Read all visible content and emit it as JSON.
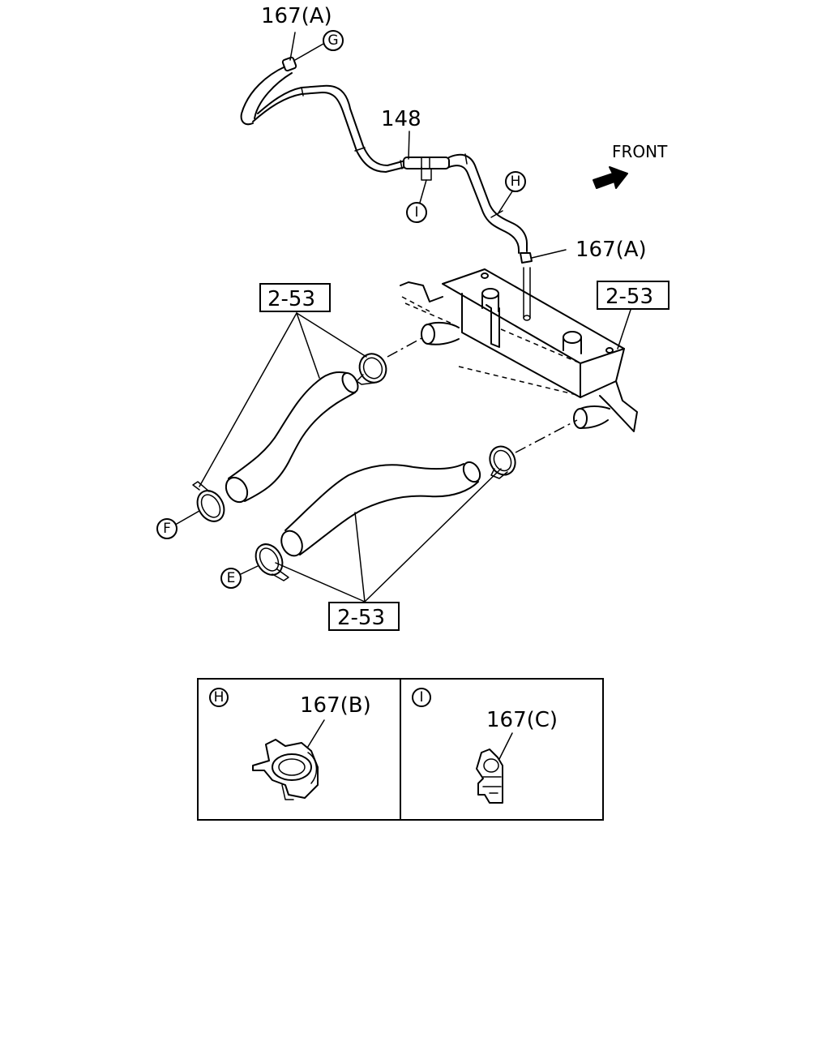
{
  "labels": {
    "part_167a_top": "167(A)",
    "part_148": "148",
    "front": "FRONT",
    "part_167a_right": "167(A)",
    "ref_2_53_left": "2-53",
    "ref_2_53_right": "2-53",
    "ref_2_53_bottom": "2-53"
  },
  "callouts": {
    "g": "G",
    "h": "H",
    "i": "I",
    "f": "F",
    "e": "E"
  },
  "details": [
    {
      "callout": "H",
      "part": "167(B)"
    },
    {
      "callout": "I",
      "part": "167(C)"
    }
  ]
}
